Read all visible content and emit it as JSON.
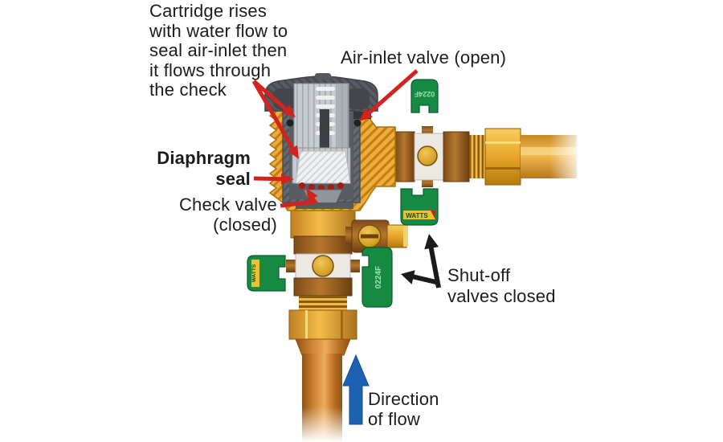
{
  "figure": {
    "type": "cutaway-diagram",
    "subject": "pressure vacuum breaker backflow preventer installation"
  },
  "labels": {
    "cartridge_note": {
      "line1": "Cartridge rises",
      "line2": "with water flow to",
      "line3": "seal air-inlet then",
      "line4": "it flows through",
      "line5": "the check"
    },
    "air_inlet": {
      "text": "Air-inlet valve (open)"
    },
    "diaphragm": {
      "line1": "Diaphragm",
      "line2": "seal"
    },
    "check_valve": {
      "line1": "Check valve",
      "line2": "(closed)"
    },
    "shut_off": {
      "line1": "Shut-off",
      "line2": "valves closed"
    },
    "direction": {
      "line1": "Direction",
      "line2": "of flow"
    }
  },
  "tags": {
    "top_model": "0224F",
    "side_model": "0224F",
    "banner_brand": "WATTS",
    "strip_brand": "WATTS"
  },
  "colors": {
    "annotation_arrow_red": "#D2231F",
    "shutoff_arrow_black": "#1B1B1B",
    "flow_arrow_blue": "#1D61B2",
    "brass_body": "#EFAC3C",
    "brass_hatch_line": "#C17F10",
    "bronze_fitting": "#8F5518",
    "copper_pipe": "#CF8335",
    "tag_green": "#168943",
    "tag_text_green": "#9BE0B4",
    "banner_yellow": "#E8C234",
    "cartridge_steel": "#C6CBD0",
    "bonnet_gray": "#585C61",
    "label_text": "#1C1C1C"
  }
}
